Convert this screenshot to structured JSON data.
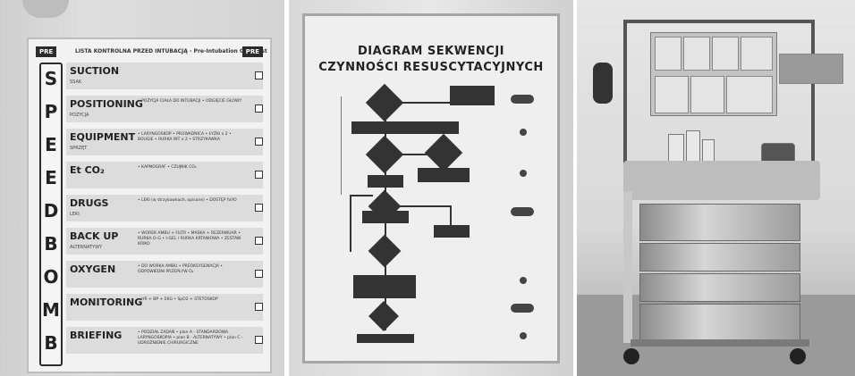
{
  "checklist": {
    "pre_left": "PRE",
    "pre_right": "PRE",
    "title": "LISTA KONTROLNA PRZED INTUBACJĄ - Pre-Intubation Checklist",
    "letters": [
      "S",
      "P",
      "E",
      "E",
      "D",
      "B",
      "O",
      "M",
      "B"
    ],
    "rows": [
      {
        "label": "SUCTION",
        "sub": "SSAK",
        "detail": ""
      },
      {
        "label": "POSITIONING",
        "sub": "POZYCJA",
        "detail": "• POZYCJA CIAŁA DO INTUBACJI • ODGIĘCIE GŁOWY"
      },
      {
        "label": "EQUIPMENT",
        "sub": "SPRZĘT",
        "detail": "• LARYNGOSKOP • PROWADNICA • ŁYŻKI x 2 • BOUGIE • RURKA INT x 2 • STRZYKAWKA"
      },
      {
        "label": "Et CO₂",
        "sub": "",
        "detail": "• KAPNOGRAF • CZUJNIK CO₂"
      },
      {
        "label": "DRUGS",
        "sub": "LEKI",
        "detail": "• LEKI (w strzykawkach, opisane) • DOSTĘP IV/IO"
      },
      {
        "label": "BACK UP",
        "sub": "ALTERNATYWY",
        "detail": "• WOREK AMBU + FILTR • MASKA + REZERWUAR • RURKA O-G • I-GEL / RURKA KRTANIOWA • ZESTAW KRIKO"
      },
      {
        "label": "OXYGEN",
        "sub": "",
        "detail": "• DO WORKA AMBU • PREOKSYGENACJA • ODPOWIEDNI PRZEPŁYW O₂"
      },
      {
        "label": "MONITORING",
        "sub": "",
        "detail": "• HR + BP + EKG • SpO2 + STETOSKOP"
      },
      {
        "label": "BRIEFING",
        "sub": "",
        "detail": "• PODZIAŁ ZADAŃ • plan A - STANDARDOWA LARYNGOSKOPIA • plan B - ALTERNATYWY • plan C - UDROŻNIENIE CHIRURGICZNE"
      }
    ]
  },
  "diagram": {
    "title_line1": "DIAGRAM SEKWENCJI",
    "title_line2": "CZYNNOŚCI RESUSCYTACYJNYCH"
  }
}
